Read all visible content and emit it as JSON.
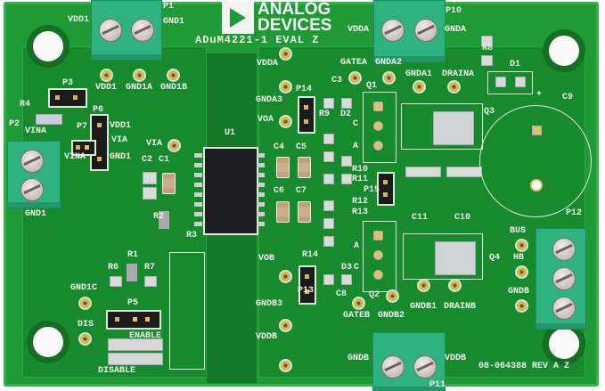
{
  "logo": {
    "line1": "ANALOG",
    "line2": "DEVICES"
  },
  "colors": {
    "board": "#1f9a36",
    "terminal": "#2fb37e",
    "silkscreen": "#eef3ea",
    "testpoint": "#d7b558"
  },
  "labels": [
    "VDD1",
    "P1",
    "GND1",
    "ADuM4221-1 EVAL Z",
    "VDD1",
    "GND1A",
    "GND1B",
    "P3",
    "R4",
    "P2",
    "VINA",
    "P6",
    "P7",
    "VDD1",
    "VIA",
    "VINA",
    "GND1",
    "VIA",
    "C2",
    "C1",
    "U1",
    "VDDA",
    "GNDA3",
    "VOA",
    "P14",
    "C3",
    "GATEA",
    "GNDA2",
    "GNDA1",
    "DRAINA",
    "Q1",
    "Q3",
    "R9",
    "D2",
    "C4",
    "C5",
    "C6",
    "C7",
    "R10",
    "R11",
    "P15",
    "R12",
    "R13",
    "C11",
    "C10",
    "P10",
    "VDDA",
    "GNDA",
    "R8",
    "D1",
    "C9",
    "GND1",
    "R2",
    "R3",
    "R1",
    "R6",
    "R7",
    "GND1C",
    "P5",
    "DIS",
    "ENABLE",
    "DISABLE",
    "R14",
    "VOB",
    "P13",
    "D3",
    "C8",
    "GNDB3",
    "VDDB",
    "Q2",
    "Q4",
    "GATEB",
    "GNDB2",
    "GNDB1",
    "DRAINB",
    "BUS",
    "HB",
    "GNDB",
    "P12",
    "GNDB",
    "VDDB",
    "P11",
    "08-064388 REV A Z",
    "C",
    "A",
    "A",
    "C",
    "+"
  ]
}
